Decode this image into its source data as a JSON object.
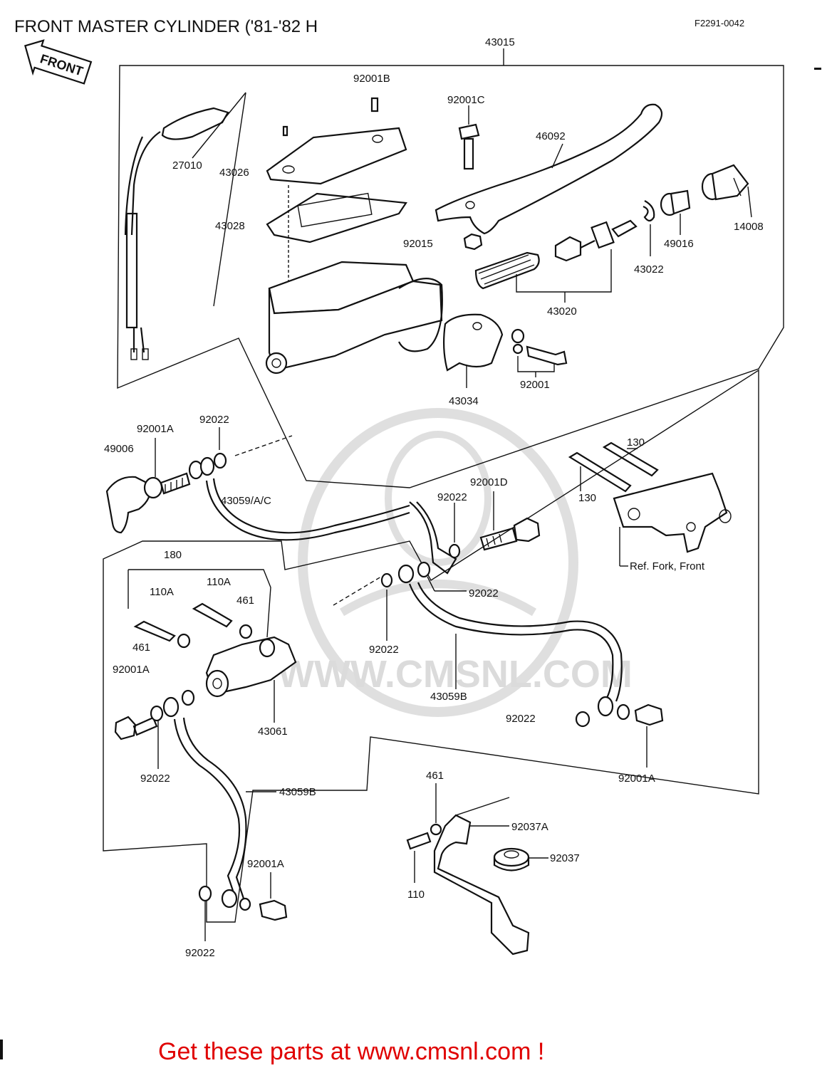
{
  "header": {
    "title": "FRONT MASTER CYLINDER ('81-'82 H",
    "code": "F2291-0042",
    "front_arrow": "FRONT"
  },
  "watermark": "WWW.CMSNL.COM",
  "labels": {
    "p43015": "43015",
    "p92001B": "92001B",
    "p92001C": "92001C",
    "p46092": "46092",
    "p27010": "27010",
    "p43026": "43026",
    "p43028": "43028",
    "p92015": "92015",
    "p14008": "14008",
    "p49016": "49016",
    "p43022": "43022",
    "p43020": "43020",
    "p92001": "92001",
    "p43034": "43034",
    "p92022_a": "92022",
    "p92001A_a": "92001A",
    "p49006": "49006",
    "p43059AC": "43059/A/C",
    "p130_a": "130",
    "p130_b": "130",
    "p92001D": "92001D",
    "p92022_b": "92022",
    "p180": "180",
    "p110A_a": "110A",
    "p110A_b": "110A",
    "p461_a": "461",
    "p461_b": "461",
    "p92022_c": "92022",
    "p92022_d": "92022",
    "p92001A_b": "92001A",
    "p43061": "43061",
    "p43059B_a": "43059B",
    "p92022_e": "92022",
    "p92001A_c": "92001A",
    "p92022_f": "92022",
    "p43059B_b": "43059B",
    "p461_c": "461",
    "p92037A": "92037A",
    "p92037": "92037",
    "p110": "110",
    "p92001A_d": "92001A",
    "p92022_g": "92022",
    "ref_fork": "Ref.  Fork, Front"
  },
  "footer": {
    "cta": "Get these parts at www.cmsnl.com !"
  },
  "colors": {
    "cta": "#e00000",
    "ink": "#111111",
    "watermark": "#d8d8d8"
  }
}
